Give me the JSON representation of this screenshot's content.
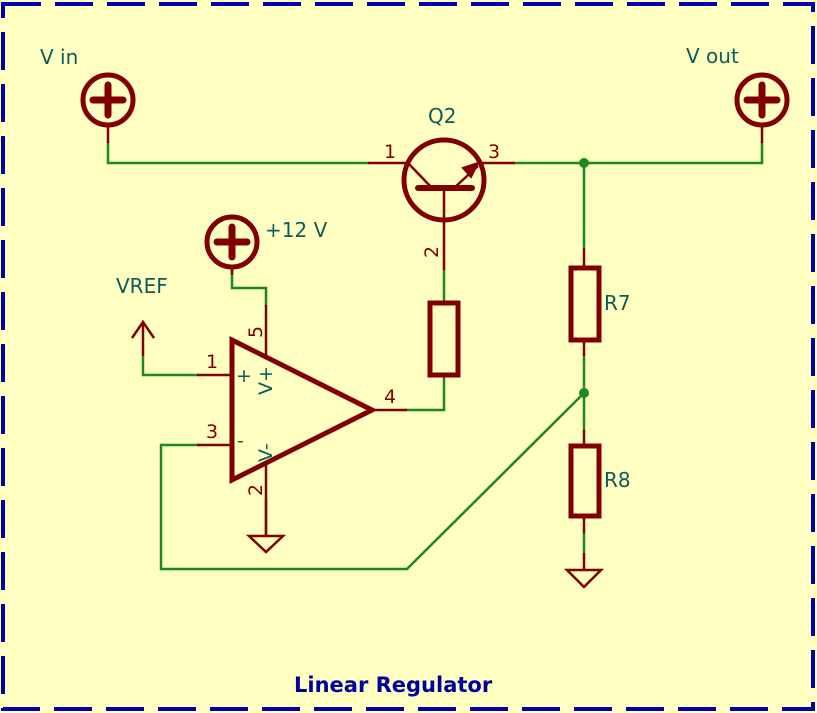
{
  "sheet": {
    "title": "Linear Regulator",
    "background_color": "#ffffc2",
    "frame_color": "#0000b0",
    "wire_color": "#1b8a1b",
    "component_color": "#800000",
    "label_color": "#0b5c5c"
  },
  "power_ports": {
    "vin": {
      "label": "V in"
    },
    "vout": {
      "label": "V out"
    },
    "v12": {
      "label": "+12 V"
    }
  },
  "net_labels": {
    "vref": {
      "label": "VREF"
    }
  },
  "transistor": {
    "ref": "Q2",
    "pins": {
      "collector": "1",
      "base": "2",
      "emitter": "3"
    }
  },
  "opamp": {
    "pins": {
      "noninv": "1",
      "vminus_pin": "2",
      "inv": "3",
      "out": "4",
      "vplus_pin": "5"
    },
    "pin_names": {
      "plus": "+",
      "minus": "-",
      "vplus": "V+",
      "vminus": "V-"
    }
  },
  "resistors": [
    {
      "ref": "R7"
    },
    {
      "ref": "R8"
    }
  ]
}
